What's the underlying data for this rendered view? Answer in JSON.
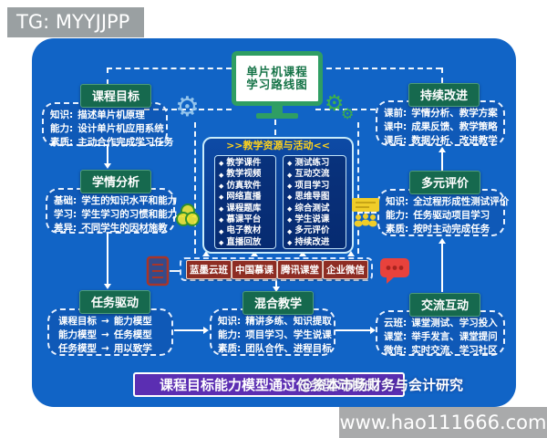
{
  "watermark_tg": {
    "text": "TG: MYYJJPP"
  },
  "watermark_url": {
    "text": "www.hao111666.com"
  },
  "overlay_watermark": {
    "text": "@资本市场财务与会计研究"
  },
  "monitor": {
    "title_line1": "单片机课程",
    "title_line2": "学习路线图"
  },
  "boxes": {
    "course_goals": {
      "title": "课程目标",
      "rows": [
        [
          "知识:",
          "描述单片机原理"
        ],
        [
          "能力:",
          "设计单片机应用系统"
        ],
        [
          "素质:",
          "主动合作完成学习任务"
        ]
      ]
    },
    "learning_analysis": {
      "title": "学情分析",
      "rows": [
        [
          "基础:",
          "学生的知识水平和能力"
        ],
        [
          "学习:",
          "学生学习的习惯和能力"
        ],
        [
          "差异:",
          "不同学生的因材施教"
        ]
      ]
    },
    "task_driven": {
      "title": "任务驱动",
      "rows": [
        [
          "课程目标",
          "→",
          "能力模型"
        ],
        [
          "能力模型",
          "→",
          "任务模型"
        ],
        [
          "任务模型",
          "→",
          "用以致学"
        ]
      ]
    },
    "continuous_improvement": {
      "title": "持续改进",
      "rows": [
        [
          "课前:",
          "学情分析、教学方案"
        ],
        [
          "课中:",
          "成果反馈、教学策略"
        ],
        [
          "课后:",
          "数据分析、改进教学"
        ]
      ]
    },
    "multi_evaluation": {
      "title": "多元评价",
      "rows": [
        [
          "知识:",
          "全过程形成性测试评价"
        ],
        [
          "能力:",
          "任务驱动项目学习"
        ],
        [
          "素质:",
          "按时主动完成任务"
        ]
      ]
    },
    "interaction": {
      "title": "交流互动",
      "rows": [
        [
          "云班:",
          "课堂测试、学习投入"
        ],
        [
          "课堂:",
          "举手发言、课堂提问"
        ],
        [
          "微信:",
          "实时交流、学习社区"
        ]
      ]
    },
    "blended_teaching": {
      "title": "混合教学",
      "rows": [
        [
          "知识:",
          "精讲多练、知识提取"
        ],
        [
          "能力:",
          "项目学习、学生说课"
        ],
        [
          "素质:",
          "团队合作、进程目标"
        ]
      ]
    }
  },
  "center": {
    "title": ">>教学资源与活动<<",
    "bullet": "◆",
    "left_items": [
      "教学课件",
      "教学视频",
      "仿真软件",
      "网络直播",
      "课程题库",
      "慕课平台",
      "电子教材",
      "直播回放"
    ],
    "right_items": [
      "测试练习",
      "互动交流",
      "项目学习",
      "思维导图",
      "综合测试",
      "学生说课",
      "多元评价",
      "持续改进"
    ]
  },
  "platform_buttons": [
    "蓝墨云班",
    "中国慕课",
    "腾讯课堂",
    "企业微信"
  ],
  "banner": {
    "text": "课程目标能力模型通过任务驱动模式"
  },
  "icons": {
    "gear": "⚙"
  },
  "colors": {
    "panel_blue": "#1164c6",
    "header_green": "#16694e",
    "monitor_green": "#2f9e63",
    "center_navy": "#093a8c",
    "title_yellow": "#ffd21c",
    "button_red": "#8e2d23",
    "banner_purple": "#5b2eb2",
    "chat_red": "#e8423c",
    "icon_yellow": "#f0cd29"
  }
}
